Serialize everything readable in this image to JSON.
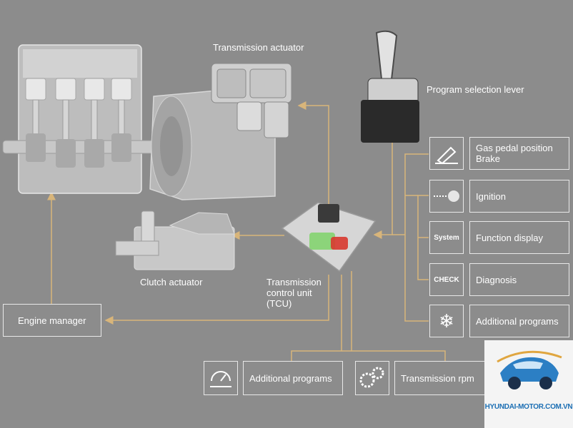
{
  "colors": {
    "background": "#8c8c8c",
    "arrow": "#d8b57a",
    "box_border": "#e8e8e8",
    "text": "#ffffff",
    "tcu_green": "#7fd36a",
    "tcu_red": "#d8382f"
  },
  "components": {
    "transmission_actuator": "Transmission actuator",
    "program_selection_lever": "Program selection lever",
    "clutch_actuator": "Clutch actuator",
    "tcu": "Transmission\ncontrol unit\n(TCU)"
  },
  "inputs": {
    "gas_pedal": {
      "label": "Gas pedal position\nBrake",
      "icon": "pedal-icon"
    },
    "ignition": {
      "label": "Ignition",
      "icon": "key-icon"
    },
    "function_display": {
      "label": "Function display",
      "icon_text": "System"
    },
    "diagnosis": {
      "label": "Diagnosis",
      "icon_text": "CHECK"
    },
    "additional_programs_right": {
      "label": "Additional programs",
      "icon": "snowflake-icon"
    }
  },
  "outputs": {
    "engine_manager": "Engine manager",
    "additional_programs_bottom": {
      "label": "Additional programs",
      "icon": "gauge-icon"
    },
    "transmission_rpm": {
      "label": "Transmission rpm",
      "icon": "gears-icon"
    }
  },
  "watermark": {
    "text": "HYUNDAI-MOTOR.COM.VN"
  }
}
